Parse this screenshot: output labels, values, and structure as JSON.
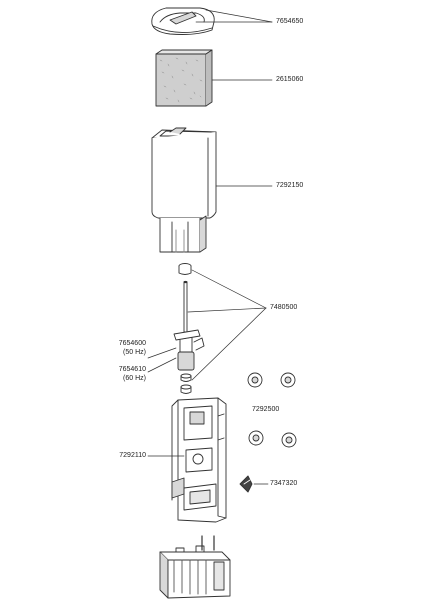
{
  "colors": {
    "line": "#333333",
    "fill": "#ffffff",
    "shade": "#d8d8d8",
    "sponge": "#cfcfcf"
  },
  "parts": {
    "cap": "7654650",
    "sponge": "2615060",
    "filter_housing": "7292150",
    "impeller_shaft": "7480500",
    "impeller_50": "7654600",
    "impeller_50_note": "(50 Hz)",
    "impeller_60": "7654610",
    "impeller_60_note": "(60 Hz)",
    "suction_cups": "7292500",
    "motor_frame": "7292110",
    "clip": "7347320"
  }
}
